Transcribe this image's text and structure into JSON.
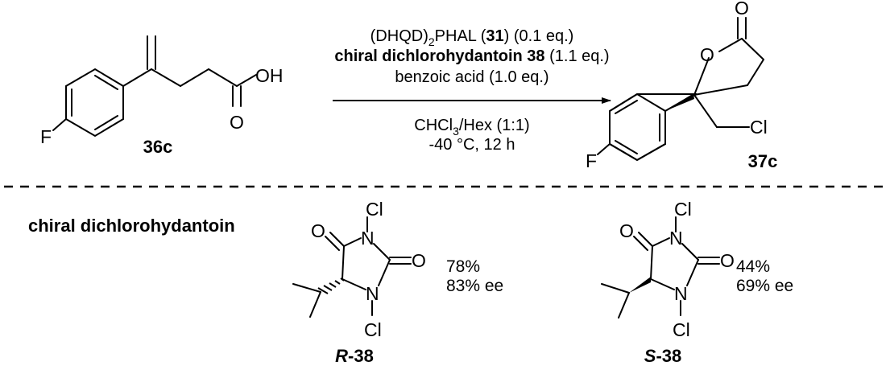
{
  "reaction": {
    "reactant_id": "36c",
    "product_id": "37c",
    "reactant_atoms": {
      "F": "F",
      "O_h": "OH",
      "O_c": "O"
    },
    "product_atoms": {
      "F": "F",
      "O_ring": "O",
      "O_c": "O",
      "Cl": "Cl"
    },
    "conditions_above": {
      "line1_pre": "(DHQD)",
      "line1_sub": "2",
      "line1_mid": "PHAL (",
      "line1_bold": "31",
      "line1_post": ") (0.1 eq.)",
      "line2_bold": "chiral dichlorohydantoin 38",
      "line2_post": " (1.1 eq.)",
      "line3": "benzoic acid (1.0 eq.)"
    },
    "conditions_below": {
      "line1_pre": "CHCl",
      "line1_sub": "3",
      "line1_post": "/Hex (1:1)",
      "line2": "-40 °C, 12 h"
    }
  },
  "screening": {
    "heading": "chiral dichlorohydantoin",
    "atoms": {
      "N": "N",
      "O": "O",
      "Cl": "Cl"
    },
    "R": {
      "label_letter": "R",
      "label_rest": "-38",
      "yield": "78%",
      "ee": "83% ee"
    },
    "S": {
      "label_letter": "S",
      "label_rest": "-38",
      "yield": "44%",
      "ee": "69% ee"
    }
  }
}
